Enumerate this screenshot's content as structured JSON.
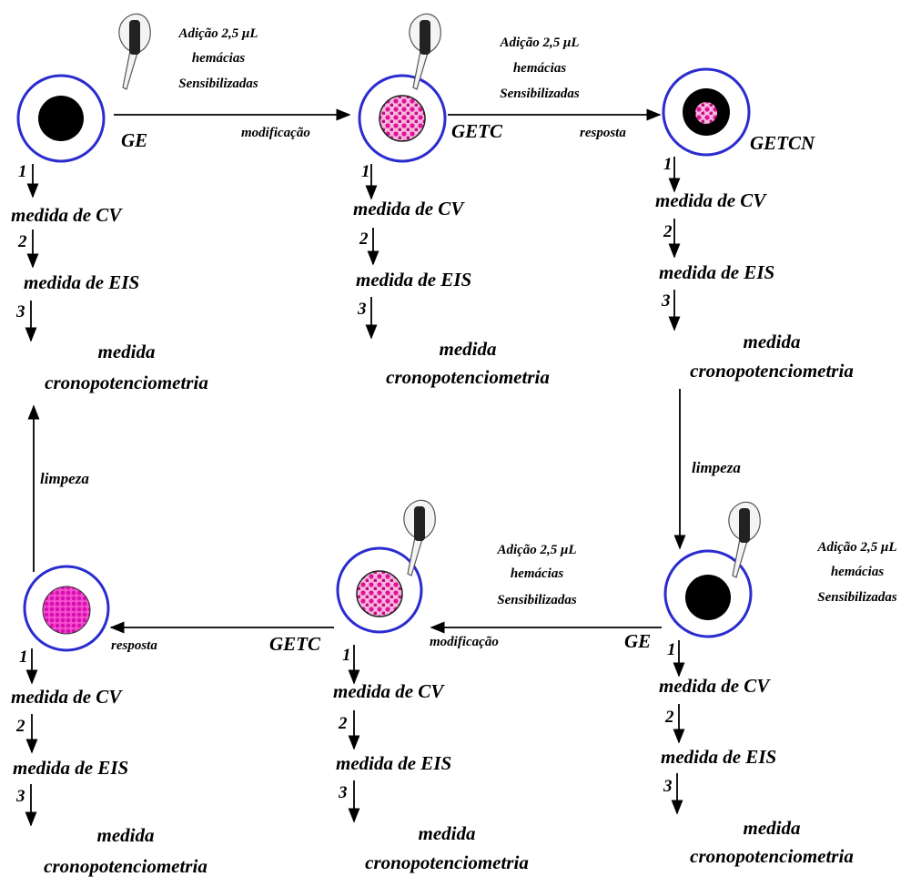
{
  "colors": {
    "ring": "#2a2ccf",
    "electrode": "#000000",
    "cells": "#e0119a",
    "cells_light": "#f7b7df",
    "stroke": "#000000"
  },
  "labels": {
    "ge": "GE",
    "getc": "GETC",
    "getcn": "GETCN",
    "modificacao": "modificação",
    "resposta": "resposta",
    "limpeza": "limpeza"
  },
  "addition": {
    "line1": "Adição 2,5 μL",
    "line2": "hemácias",
    "line3": "Sensibilizadas"
  },
  "steps": {
    "n1": "1",
    "n2": "2",
    "n3": "3",
    "cv": "medida de CV",
    "eis": "medida de EIS",
    "m_line1": "medida",
    "m_line2": "cronopotenciometria"
  },
  "icons": {
    "pipette": "pipette-hand-icon",
    "electrode": "electrode-icon"
  }
}
